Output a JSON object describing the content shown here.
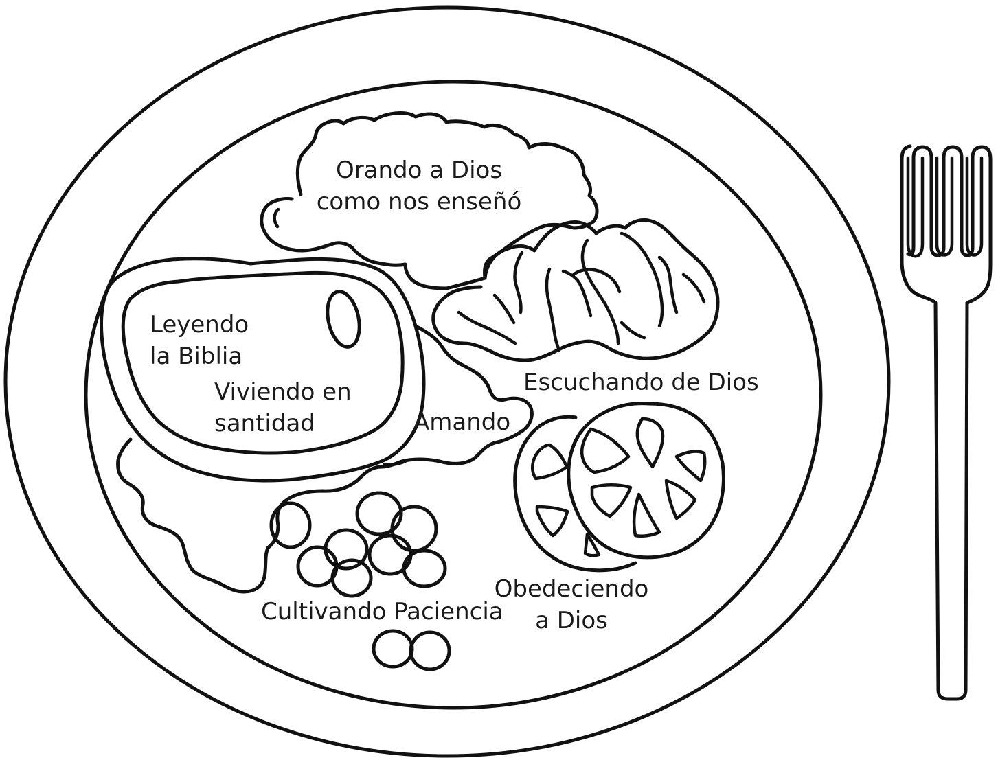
{
  "labels": {
    "prayer": [
      "Orando a Dios",
      "como nos enseñó"
    ],
    "bible": [
      "Leyendo",
      "la Biblia"
    ],
    "holiness": [
      "Viviendo en",
      "santidad"
    ],
    "listening": "Escuchando de Dios",
    "loving": "Amando",
    "obeying": [
      "Obedeciendo",
      "a Dios"
    ],
    "patience": "Cultivando Paciencia"
  },
  "colors": {
    "ink": "#111111",
    "background": "#ffffff"
  },
  "icons": {
    "plate": "plate-icon",
    "fork": "fork-icon"
  }
}
